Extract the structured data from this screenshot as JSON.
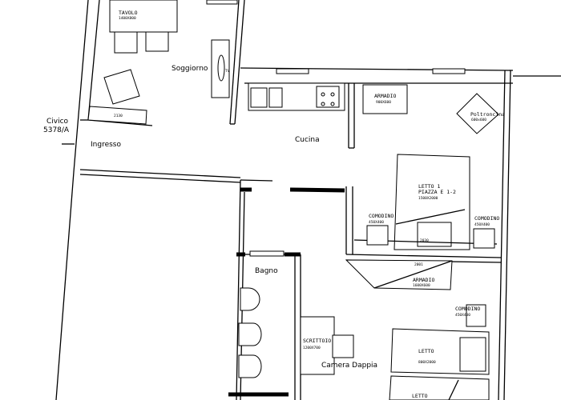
{
  "rooms": {
    "soggiorno": "Soggiorno",
    "ingresso": "Ingresso",
    "cucina": "Cucina",
    "bagno": "Bagno",
    "camera_doppia": "Camera Dappia"
  },
  "address": {
    "line1": "Civico",
    "line2": "5378/A"
  },
  "furniture": {
    "tavolo": {
      "name": "TAVOLO",
      "size": "1400X800"
    },
    "tv": "TV",
    "armadio_1": {
      "name": "ARMADIO",
      "size": "900X600"
    },
    "poltroncina": {
      "name": "Poltroncina",
      "size": "600x600"
    },
    "letto_1": {
      "name": "LETTO 1",
      "desc": "PIAZZA E 1-2",
      "size": "1500X2000"
    },
    "comodino_left": {
      "name": "COMODINO",
      "size": "450X400"
    },
    "comodino_right": {
      "name": "COMODINO",
      "size": "450X400"
    },
    "armadio_2": {
      "name": "ARMADIO",
      "size": "1600X600"
    },
    "comodino_3": {
      "name": "COMODINO",
      "size": "450X400"
    },
    "scrittoio": {
      "name": "SCRITTOIO",
      "size": "1200X700"
    },
    "letto_2": {
      "name": "LETTO",
      "size": "800X2000"
    },
    "letto_3": {
      "name": "LETTO"
    }
  },
  "dimensions": {
    "d1": "2130",
    "d2": "2030",
    "d3": "2001"
  }
}
